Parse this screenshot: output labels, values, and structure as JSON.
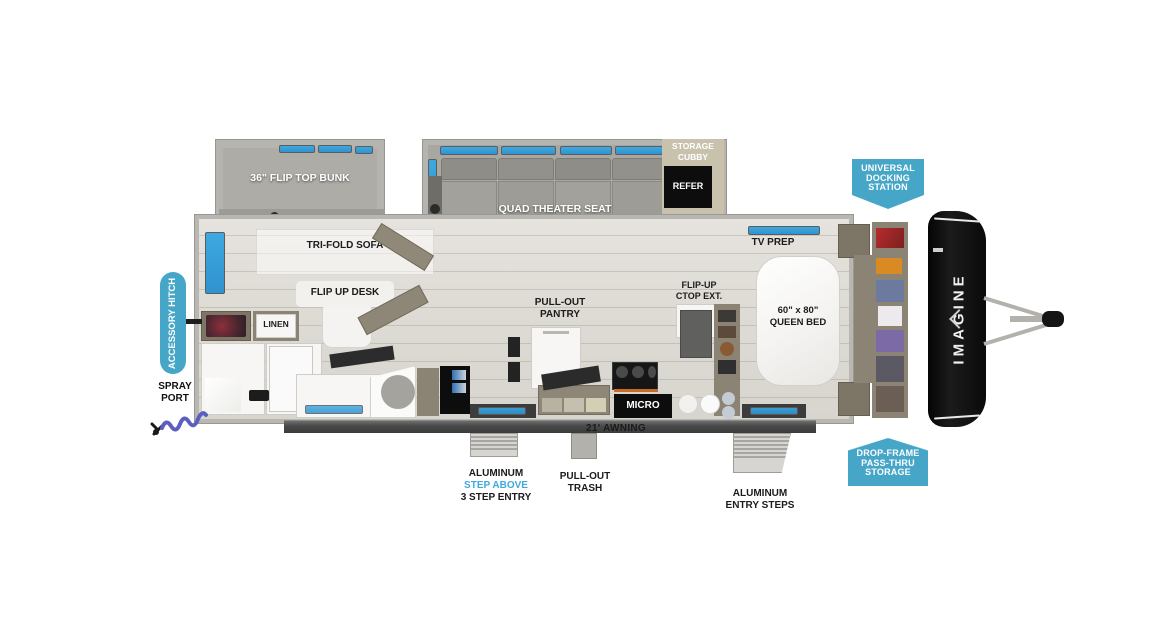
{
  "meta": {
    "brand": "IMAGINE",
    "accent_blue": "#46a6c8",
    "window_blue": "#3ea8e0"
  },
  "badges": {
    "universal_docking": "UNIVERSAL\nDOCKING\nSTATION",
    "universal_docking_lines": [
      "UNIVERSAL",
      "DOCKING",
      "STATION"
    ],
    "drop_frame_lines": [
      "DROP-FRAME",
      "PASS-THRU",
      "STORAGE"
    ],
    "accessory_hitch": "ACCESSORY HITCH"
  },
  "interior_labels": {
    "flip_top_bunk": "36\" FLIP TOP BUNK",
    "tri_fold_sofa": "TRI-FOLD SOFA",
    "flip_up_desk": "FLIP UP DESK",
    "quad_theater_seat": "QUAD THEATER SEAT",
    "storage_cubby_lines": [
      "STORAGE",
      "CUBBY"
    ],
    "refer": "REFER",
    "pull_out_pantry_lines": [
      "PULL-OUT",
      "PANTRY"
    ],
    "flip_up_ctop_lines": [
      "FLIP-UP",
      "CTOP EXT."
    ],
    "micro": "MICRO",
    "tv_prep": "TV PREP",
    "queen_bed_lines": [
      "60\" x 80\"",
      "QUEEN BED"
    ],
    "linen": "LINEN"
  },
  "exterior_labels": {
    "awning": "21' AWNING",
    "spray_port_lines": [
      "SPRAY",
      "PORT"
    ],
    "aluminum_step_entry": {
      "line1": "ALUMINUM",
      "line2": "STEP ABOVE",
      "line3": "3 STEP ENTRY"
    },
    "pull_out_trash_lines": [
      "PULL-OUT",
      "TRASH"
    ],
    "aluminum_entry_steps_lines": [
      "ALUMINUM",
      "ENTRY STEPS"
    ]
  }
}
